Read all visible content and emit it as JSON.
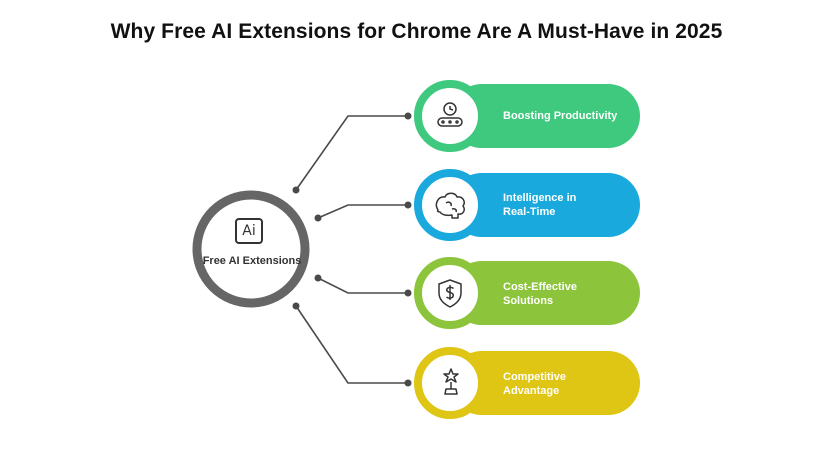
{
  "title": "Why Free AI Extensions for Chrome Are A Must-Have in 2025",
  "hub": {
    "label": "Free AI Extensions",
    "logo_text": "Ai",
    "ring_color": "#666666"
  },
  "items": [
    {
      "label": "Boosting Productivity",
      "color": "#3ec97e",
      "icon": "conveyor-clock-icon"
    },
    {
      "label": "Intelligence in Real-Time",
      "color": "#1aa9dc",
      "icon": "brain-icon"
    },
    {
      "label": "Cost-Effective Solutions",
      "color": "#8cc43c",
      "icon": "dollar-shield-icon"
    },
    {
      "label": "Competitive Advantage",
      "color": "#dfc514",
      "icon": "trophy-icon"
    }
  ]
}
